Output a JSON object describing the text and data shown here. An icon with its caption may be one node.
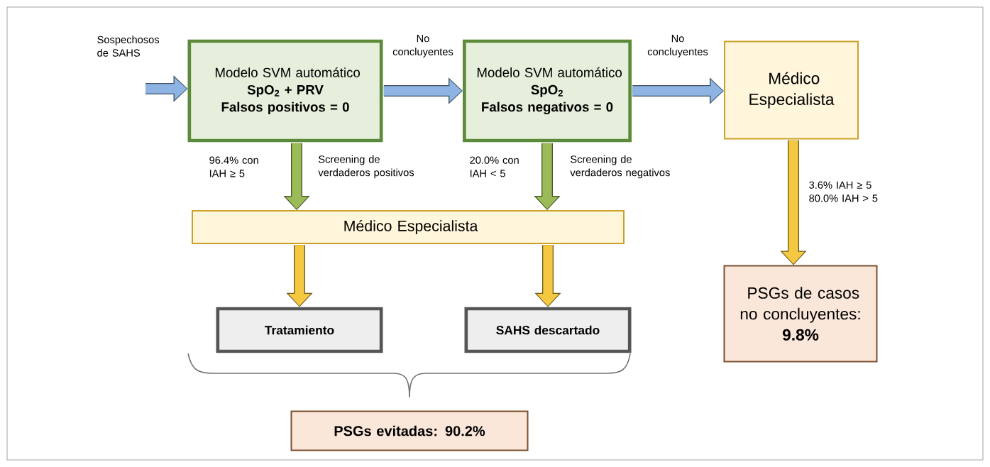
{
  "diagram": {
    "nodes": [
      {
        "text": [
          "Modelo SVM automático",
          "SpO$_{2}$ + PRV",
          "Falsos positivos = 0"
        ]
      },
      {
        "text": [
          "Modelo SVM automático",
          "SpO$_{2}$",
          "Falsos negativos = 0"
        ]
      },
      {
        "text": [
          "Médico Especialista"
        ]
      },
      {
        "text": [
          "Médico Especialista"
        ]
      },
      {
        "text": [
          "Tratamiento"
        ]
      },
      {
        "text": [
          "SAHS descartado"
        ]
      },
      {
        "text": [
          "PSGs de casos no concluyentes:",
          "9.8%"
        ]
      },
      {
        "text": [
          "PSGs evitadas: 90.2%"
        ]
      }
    ],
    "edges": [
      {
        "from": null,
        "to": 0,
        "arrow": "to",
        "label": "Sospechosos de SAHS",
        "color": "#8db4e2"
      },
      {
        "from": 0,
        "to": 1,
        "arrow": "to",
        "label": "No concluyentes",
        "color": "#8db4e2"
      },
      {
        "from": 1,
        "to": 2,
        "arrow": "to",
        "label": "No concluyentes",
        "color": "#8db4e2"
      },
      {
        "from": 0,
        "to": 3,
        "arrow": "to",
        "label": "96.4% con IAH ≥ 5",
        "color": "#9bbb59"
      },
      {
        "from": 1,
        "to": 3,
        "arrow": "to",
        "label": "20.0% con IAH < 5",
        "color": "#9bbb59"
      },
      {
        "from": 2,
        "to": 6,
        "arrow": "to",
        "label": "3.6% IAH ≥ 5 80.0% IAH > 5",
        "color": "#f5c842"
      },
      {
        "from": 3,
        "to": 4,
        "arrow": "to",
        "color": "#f5c842"
      },
      {
        "from": 3,
        "to": 5,
        "arrow": "to",
        "color": "#f5c842"
      }
    ],
    "labels": [
      "Screening de verdaderos positivos",
      "Screening de verdaderos negativos"
    ]
  }
}
